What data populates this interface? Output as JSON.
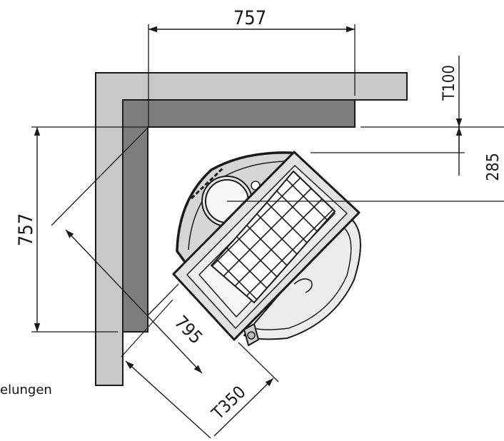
{
  "dimensions": {
    "top_width": "757",
    "left_height": "757",
    "clearance_top": "T100",
    "offset_right": "285",
    "diagonal": "795",
    "depth": "T350"
  },
  "caption": "elungen",
  "colors": {
    "wall_outer": "#c8c8c8",
    "wall_inner": "#7d7d7d",
    "line": "#1a1a1a",
    "stove_body": "#d9d9d9"
  }
}
